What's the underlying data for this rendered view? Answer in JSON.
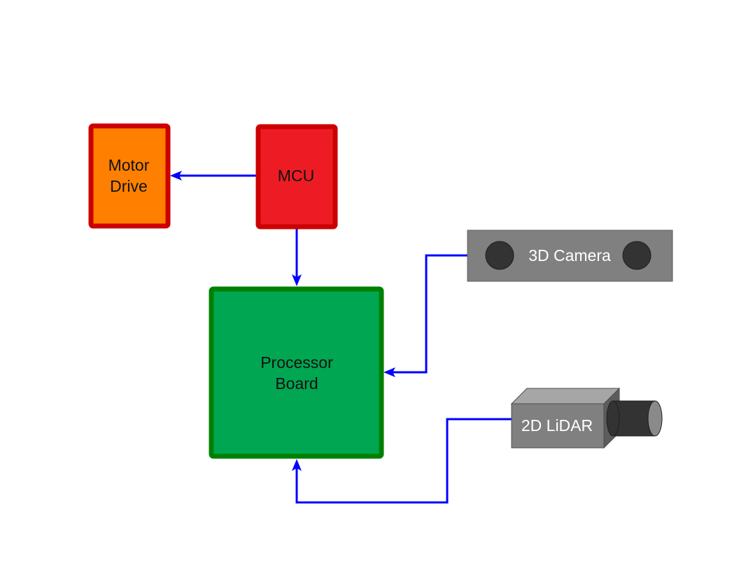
{
  "blocks": {
    "motor_drive": {
      "line1": "Motor",
      "line2": "Drive",
      "fill": "#ff8000",
      "border": "#cc0000"
    },
    "mcu": {
      "label": "MCU",
      "fill": "#ed1c24",
      "border": "#cc0000"
    },
    "processor_board": {
      "line1": "Processor",
      "line2": "Board",
      "fill": "#00a651",
      "border": "#008000"
    }
  },
  "devices": {
    "camera": {
      "label": "3D Camera",
      "body_color": "#808080",
      "lens_color": "#333333"
    },
    "lidar": {
      "label": "2D LiDAR",
      "body_color": "#808080",
      "lens_color": "#333333"
    }
  },
  "connectors": [
    {
      "from": "MCU",
      "to": "Motor Drive"
    },
    {
      "from": "MCU",
      "to": "Processor Board"
    },
    {
      "from": "3D Camera",
      "to": "Processor Board"
    },
    {
      "from": "2D LiDAR",
      "to": "Processor Board"
    }
  ],
  "colors": {
    "connector": "#0000ff"
  }
}
